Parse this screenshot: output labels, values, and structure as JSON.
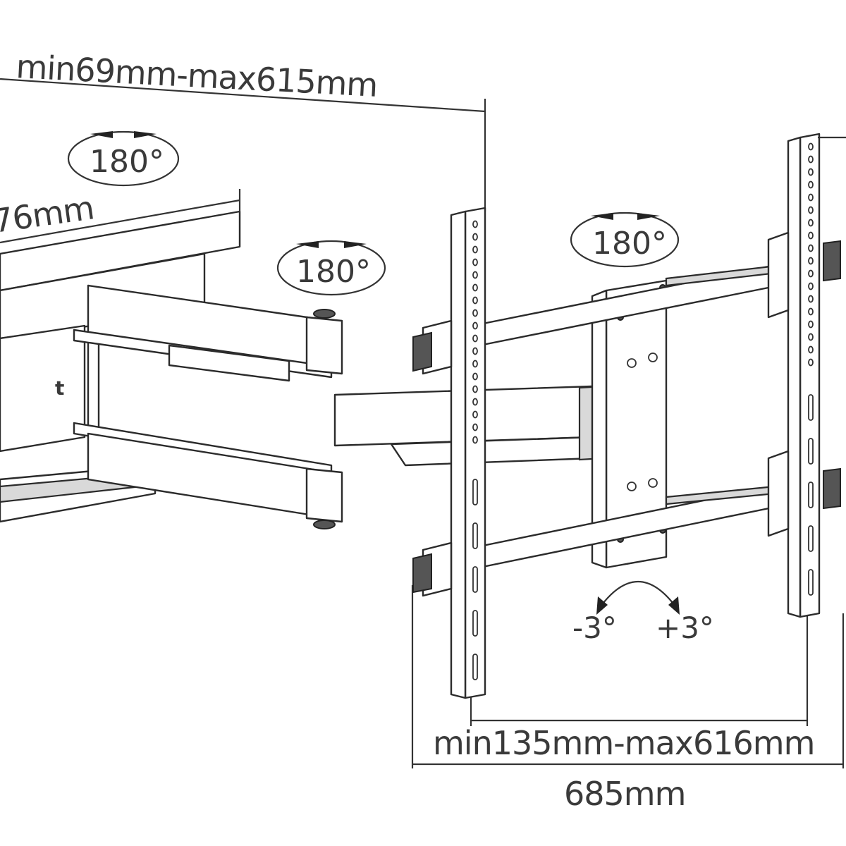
{
  "dimensions": {
    "top_extension": "min69mm-max615mm",
    "wall_partial": "76mm",
    "bottom_extension": "min135mm-max616mm",
    "total_width": "685mm"
  },
  "rotation_labels": {
    "wall_swivel": "180°",
    "arm_swivel": "180°",
    "head_swivel": "180°"
  },
  "tilt_labels": {
    "minus": "-3°",
    "plus": "+3°"
  },
  "wall_plate_mark": "t"
}
